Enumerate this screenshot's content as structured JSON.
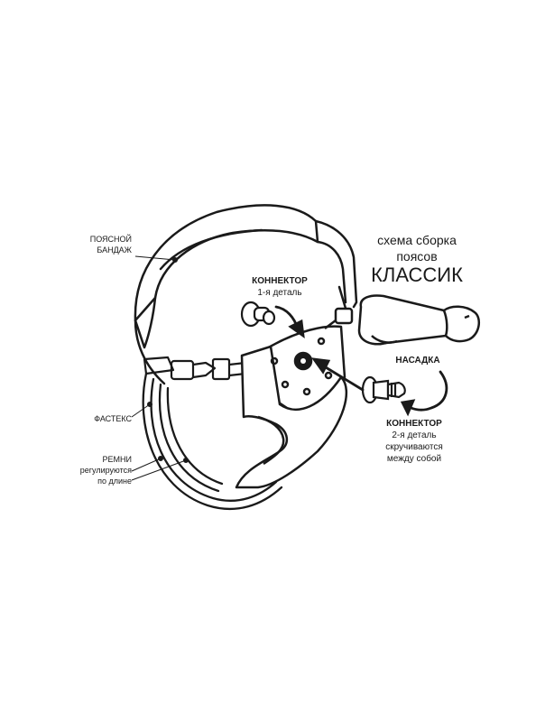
{
  "title": {
    "line1": "схема сборка",
    "line2": "поясов",
    "line3": "КЛАССИК"
  },
  "labels": {
    "belt_line1": "ПОЯСНОЙ",
    "belt_line2": "БАНДАЖ",
    "connector1_line1": "КОННЕКТОР",
    "connector1_line2": "1-я деталь",
    "nozzle": "НАСАДКА",
    "connector2_line1": "КОННЕКТОР",
    "connector2_line2": "2-я деталь",
    "connector2_line3": "скручиваются",
    "connector2_line4": "между собой",
    "fastex": "ФАСТЕКС",
    "straps_line1": "РЕМНИ",
    "straps_line2": "регулируются",
    "straps_line3": "по длине"
  },
  "colors": {
    "ink": "#1a1a1a",
    "paper": "#ffffff"
  }
}
